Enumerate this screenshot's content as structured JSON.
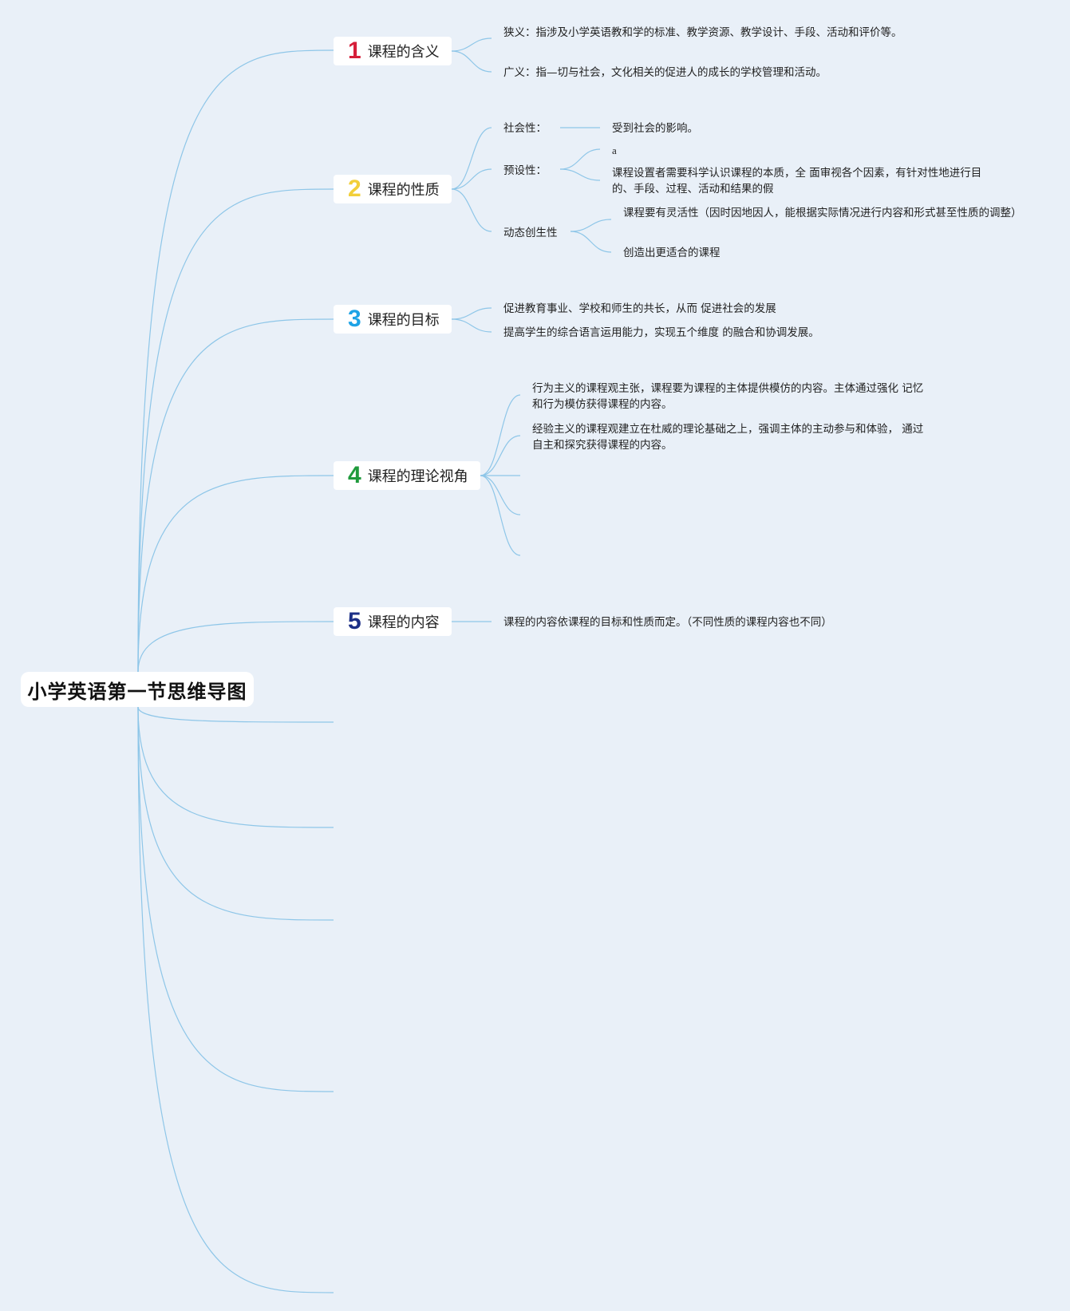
{
  "root": {
    "title": "小学英语第一节思维导图"
  },
  "colors": {
    "line": "#8ec6e8",
    "background": "#e9f0f8"
  },
  "topics": [
    {
      "num": "1",
      "num_color": "#d61f3a",
      "label": "课程的含义",
      "children": [
        {
          "text": "狭义：指涉及小学英语教和学的标准、教学资源、教学设计、手段、活动和评价等。"
        },
        {
          "text": "广义：指—切与社会，文化相关的促进人的成长的学校管理和活动。"
        }
      ]
    },
    {
      "num": "2",
      "num_color": "#f2cf3a",
      "label": "课程的性质",
      "children": [
        {
          "text": "社会性：",
          "children": [
            {
              "text": "受到社会的影响。"
            }
          ]
        },
        {
          "text": "预设性：",
          "children": [
            {
              "text": "a"
            },
            {
              "text": "课程设置者需要科学认识课程的本质，全 面审视各个因素，有针对性地进行目的、手段、过程、活动和结果的假"
            }
          ]
        },
        {
          "text": "动态创生性",
          "children": [
            {
              "text": "课程要有灵活性（因时因地因人，能根据实际情况进行内容和形式甚至性质的调整）"
            },
            {
              "text": "创造出更适合的课程"
            }
          ]
        }
      ]
    },
    {
      "num": "3",
      "num_color": "#1ea3e6",
      "label": "课程的目标",
      "children": [
        {
          "text": "促进教育事业、学校和师生的共长，从而 促进社会的发展"
        },
        {
          "text": "提高学生的综合语言运用能力，实现五个维度 的融合和协调发展。"
        }
      ]
    },
    {
      "num": "4",
      "num_color": "#1f9a3c",
      "label": "课程的理论视角",
      "children": [
        {
          "text": "行为主义的课程观主张，课程要为课程的主体提供模仿的内容。主体通过强化 记忆和行为模仿获得课程的内容。"
        },
        {
          "text": "经验主义的课程观建立在杜威的理论基础之上，强调主体的主动参与和体验， 通过自主和探究获得课程的内容。"
        },
        {
          "text": ""
        },
        {
          "text": ""
        },
        {
          "text": ""
        }
      ]
    },
    {
      "num": "5",
      "num_color": "#1c2f86",
      "label": "课程的内容",
      "children": [
        {
          "text": "课程的内容依课程的目标和性质而定。（不同性质的课程内容也不同）"
        }
      ]
    }
  ]
}
